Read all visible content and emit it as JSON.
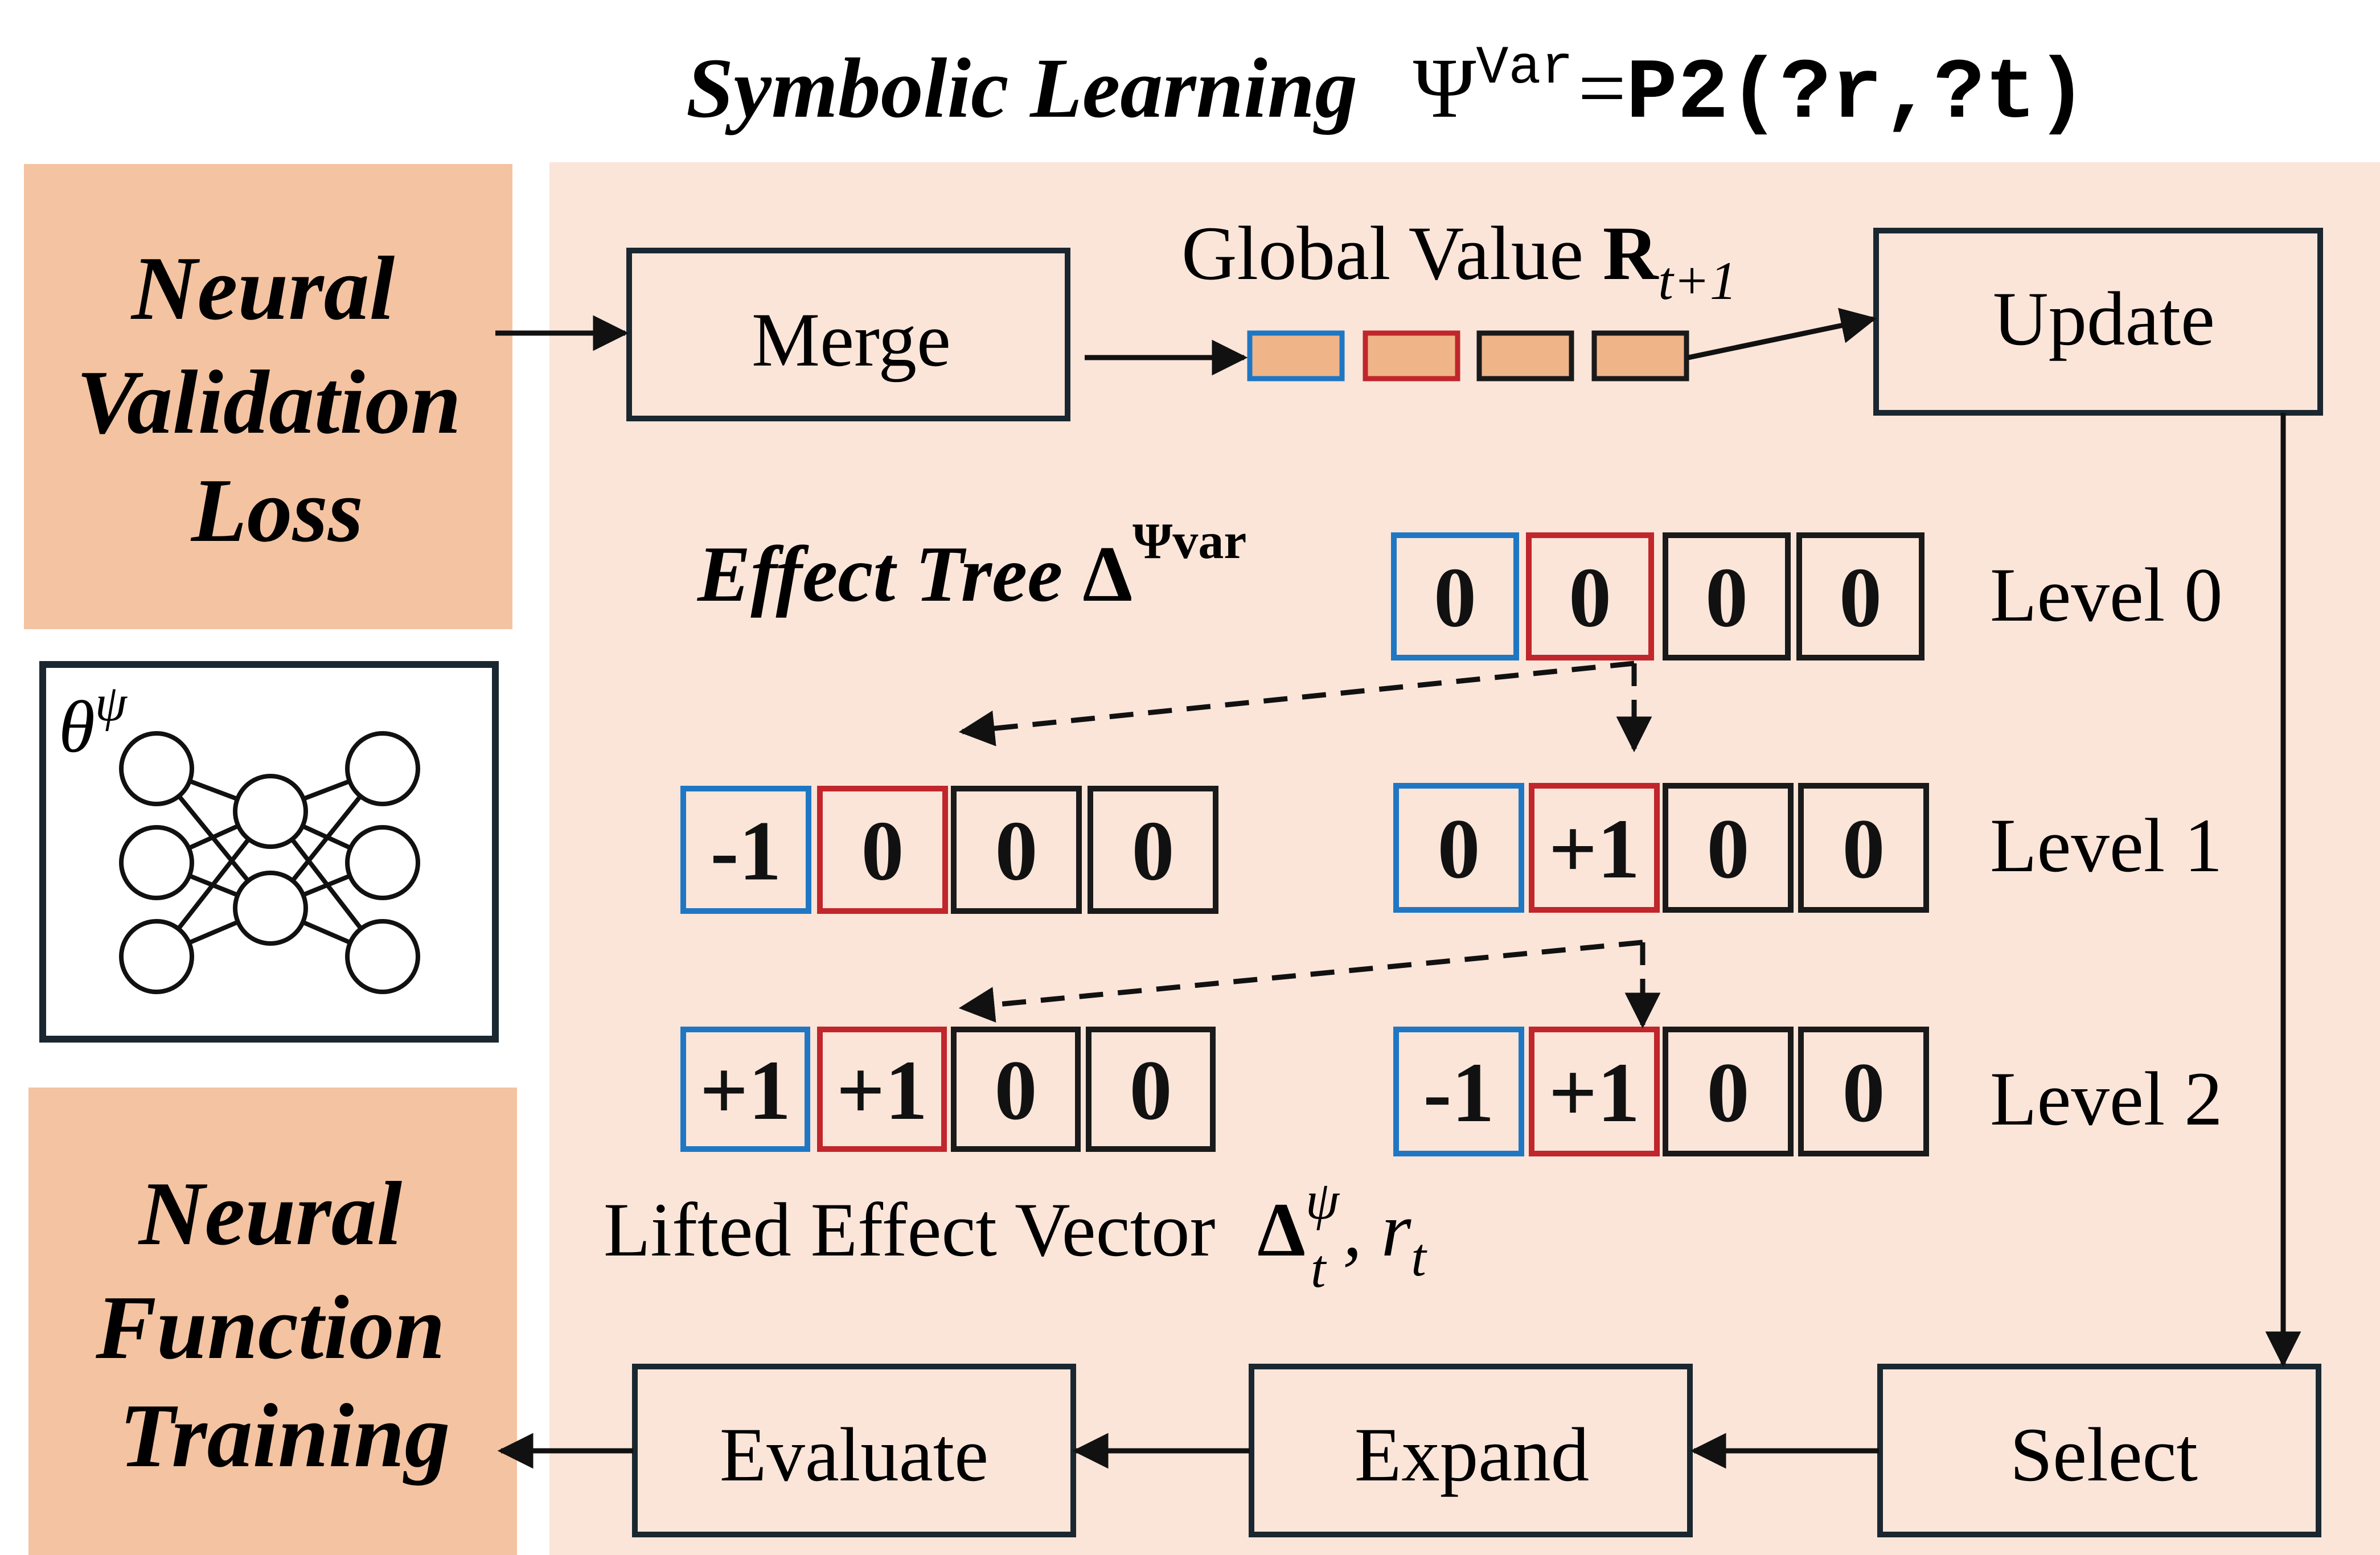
{
  "title": {
    "text": "Symbolic Learning",
    "psi": "Ψ",
    "sup": "Var",
    "eq": "=",
    "expr": "P2(?r,?t)"
  },
  "left": {
    "validation": [
      "Neural",
      "Validation",
      "Loss"
    ],
    "training": [
      "Neural",
      "Function",
      "Training"
    ],
    "network_label": "θ",
    "network_sup": "ψ"
  },
  "boxes": {
    "merge": "Merge",
    "update": "Update",
    "select": "Select",
    "expand": "Expand",
    "evaluate": "Evaluate"
  },
  "global_value": {
    "text": "Global Value ",
    "bold": "R",
    "sub": "t+1"
  },
  "effect_tree": {
    "text": "Effect Tree ",
    "delta": "Δ",
    "sup": "Ψvar"
  },
  "levels": [
    "Level 0",
    "Level 1",
    "Level 2"
  ],
  "vectors": {
    "level0": [
      "0",
      "0",
      "0",
      "0"
    ],
    "level1_left": [
      "-1",
      "0",
      "0",
      "0"
    ],
    "level1_right": [
      "0",
      "+1",
      "0",
      "0"
    ],
    "level2_left": [
      "+1",
      "+1",
      "0",
      "0"
    ],
    "level2_right": [
      "-1",
      "+1",
      "0",
      "0"
    ]
  },
  "lifted": {
    "text": "Lifted Effect Vector ",
    "delta": "Δ",
    "sub": "t",
    "sup": "ψ",
    "tail": ", r",
    "tail_sub": "t"
  },
  "colors": {
    "panel": "#fbe5d9",
    "side": "#f4c3a1",
    "blue": "#1f77c4",
    "red": "#c0262b",
    "black": "#1a1a1a",
    "chip_fill": "#f0b489",
    "line": "#111111"
  }
}
